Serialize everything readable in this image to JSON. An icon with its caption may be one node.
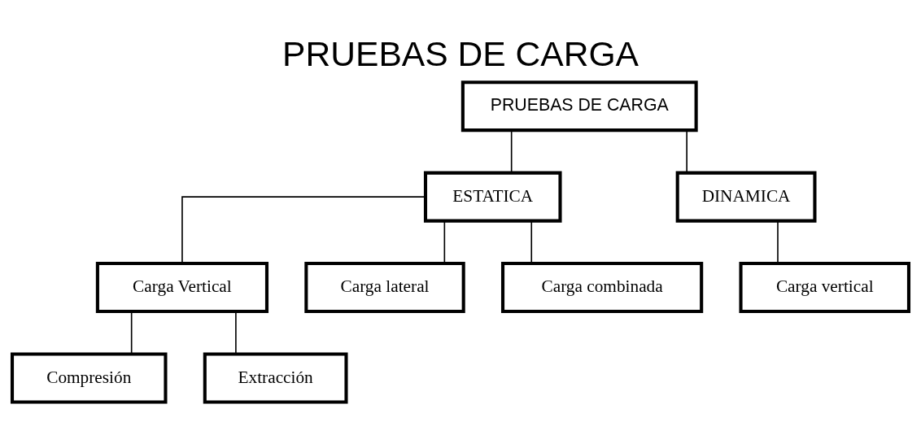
{
  "diagram": {
    "title": "PRUEBAS DE CARGA",
    "nodes": [
      {
        "text": [
          "PRUEBAS DE CARGA"
        ]
      },
      {
        "text": [
          "ESTATICA"
        ]
      },
      {
        "text": [
          "DINAMICA"
        ]
      },
      {
        "text": [
          "Carga Vertical"
        ]
      },
      {
        "text": [
          "Carga lateral"
        ]
      },
      {
        "text": [
          "Carga combinada"
        ]
      },
      {
        "text": [
          "Carga vertical"
        ]
      },
      {
        "text": [
          "Compresión"
        ]
      },
      {
        "text": [
          "Extracción"
        ]
      }
    ],
    "edges": [
      {
        "from": 0,
        "to": 1,
        "arrow": "none"
      },
      {
        "from": 0,
        "to": 2,
        "arrow": "none"
      },
      {
        "from": 1,
        "to": 3,
        "arrow": "none"
      },
      {
        "from": 1,
        "to": 4,
        "arrow": "none"
      },
      {
        "from": 1,
        "to": 5,
        "arrow": "none"
      },
      {
        "from": 2,
        "to": 6,
        "arrow": "none"
      },
      {
        "from": 3,
        "to": 7,
        "arrow": "none"
      },
      {
        "from": 3,
        "to": 8,
        "arrow": "none"
      }
    ]
  }
}
